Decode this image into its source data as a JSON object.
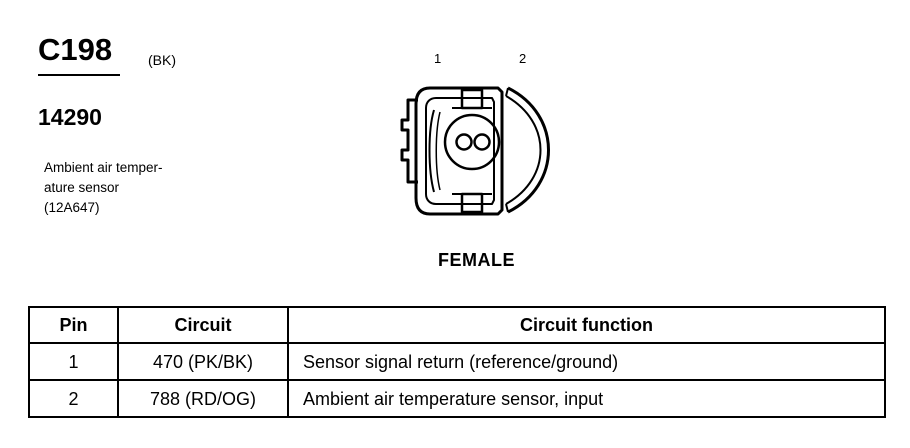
{
  "connector": {
    "id": "C198",
    "color_code": "(BK)",
    "part_number": "14290",
    "description_lines": [
      "Ambient air temper-",
      "ature sensor",
      "(12A647)"
    ],
    "pin_labels": [
      "1",
      "2"
    ],
    "gender": "FEMALE"
  },
  "table": {
    "headers": [
      "Pin",
      "Circuit",
      "Circuit function"
    ],
    "rows": [
      {
        "pin": "1",
        "circuit": "470 (PK/BK)",
        "function": "Sensor signal return (reference/ground)"
      },
      {
        "pin": "2",
        "circuit": "788 (RD/OG)",
        "function": "Ambient air temperature sensor, input"
      }
    ]
  }
}
